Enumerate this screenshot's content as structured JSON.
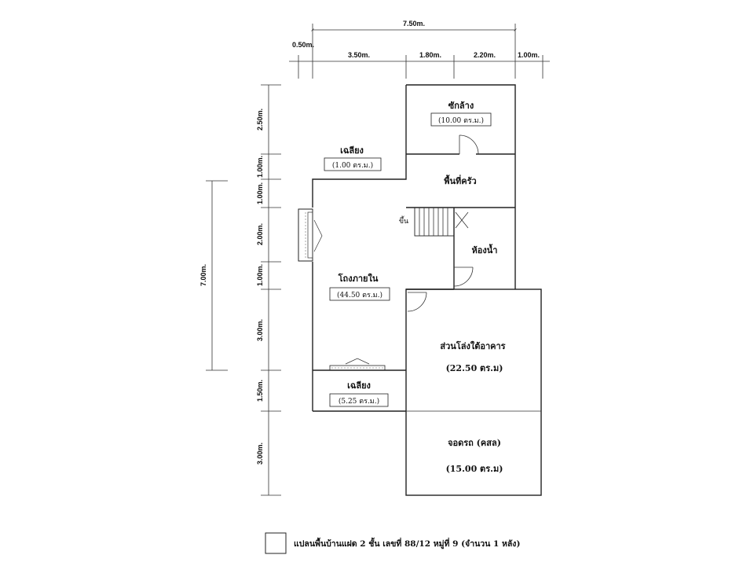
{
  "dimensions": {
    "top_total": "7.50m.",
    "top_segments": [
      "0.50m.",
      "3.50m.",
      "1.80m.",
      "2.20m.",
      "1.00m."
    ],
    "left_segments": [
      "2.50m.",
      "1.00m.",
      "1.00m.",
      "2.00m.",
      "1.00m.",
      "3.00m.",
      "1.50m.",
      "3.00m."
    ],
    "left_overall": "7.00m."
  },
  "rooms": {
    "laundry": {
      "name": "ซักล้าง",
      "area": "(10.00 ตร.ม.)"
    },
    "porch_top": {
      "name": "เฉลียง",
      "area": "(1.00 ตร.ม.)"
    },
    "kitchen": {
      "name": "พื้นที่ครัว"
    },
    "stair_label": "ขึ้น",
    "bathroom": {
      "name": "ห้องน้ำ"
    },
    "living": {
      "name": "โถงภายใน",
      "area": "(44.50 ตร.ม.)"
    },
    "open_space": {
      "name": "ส่วนโล่งใต้อาคาร",
      "area": "(22.50 ตร.ม)"
    },
    "porch_bottom": {
      "name": "เฉลียง",
      "area": "(5.25 ตร.ม.)"
    },
    "parking": {
      "name": "จอดรถ (คสล)",
      "area": "(15.00 ตร.ม)"
    }
  },
  "caption": "แปลนพื้นบ้านแฝด 2 ชั้น  เลขที่  88/12  หมู่ที่ 9 (จำนวน 1 หลัง)"
}
